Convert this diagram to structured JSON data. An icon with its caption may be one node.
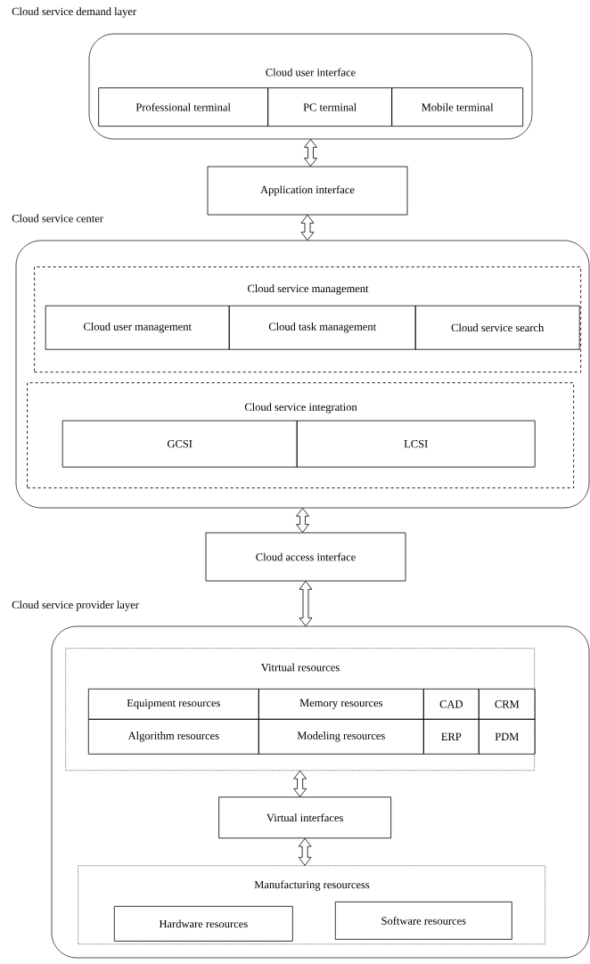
{
  "diagram": {
    "nodes": [
      {
        "text": [
          "Cloud service demand layer",
          "Cloud user interface"
        ]
      },
      {
        "text": [
          "Professional terminal"
        ],
        "in": 0
      },
      {
        "text": [
          "PC terminal"
        ],
        "in": 0
      },
      {
        "text": [
          "Mobile terminal"
        ],
        "in": 0
      },
      {
        "text": [
          "Application interface"
        ]
      },
      {
        "text": [
          "Cloud service center"
        ]
      },
      {
        "text": [
          "Cloud service management"
        ],
        "in": 5
      },
      {
        "text": [
          "Cloud user management"
        ],
        "in": 6
      },
      {
        "text": [
          "Cloud task management"
        ],
        "in": 6
      },
      {
        "text": [
          "Cloud service search"
        ],
        "in": 6
      },
      {
        "text": [
          "Cloud service integration"
        ],
        "in": 5
      },
      {
        "text": [
          "GCSI"
        ],
        "in": 10
      },
      {
        "text": [
          "LCSI"
        ],
        "in": 10
      },
      {
        "text": [
          "Cloud access interface"
        ]
      },
      {
        "text": [
          "Cloud service provider layer"
        ]
      },
      {
        "text": [
          "Vitrtual resources"
        ],
        "in": 14
      },
      {
        "text": [
          "Equipment resources"
        ],
        "in": 15
      },
      {
        "text": [
          "Memory resources"
        ],
        "in": 15
      },
      {
        "text": [
          "CAD"
        ],
        "in": 15
      },
      {
        "text": [
          "CRM"
        ],
        "in": 15
      },
      {
        "text": [
          "Algorithm resources"
        ],
        "in": 15
      },
      {
        "text": [
          "Modeling resources"
        ],
        "in": 15
      },
      {
        "text": [
          "ERP"
        ],
        "in": 15
      },
      {
        "text": [
          "PDM"
        ],
        "in": 15
      },
      {
        "text": [
          "Virtual interfaces"
        ],
        "in": 14
      },
      {
        "text": [
          "Manufacturing resourcess"
        ],
        "in": 14
      },
      {
        "text": [
          "Hardware resources"
        ],
        "in": 25
      },
      {
        "text": [
          "Software resources"
        ],
        "in": 25
      }
    ],
    "edges": [
      {
        "from": 0,
        "to": 4,
        "arrow": "both"
      },
      {
        "from": 4,
        "to": 5,
        "arrow": "both"
      },
      {
        "from": 5,
        "to": 13,
        "arrow": "both"
      },
      {
        "from": 13,
        "to": 14,
        "arrow": "both"
      },
      {
        "from": 15,
        "to": 24,
        "arrow": "both"
      },
      {
        "from": 24,
        "to": 25,
        "arrow": "both"
      }
    ]
  }
}
